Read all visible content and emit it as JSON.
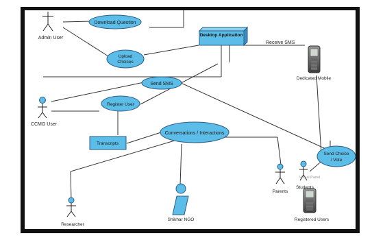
{
  "actors": {
    "admin": "Admin User",
    "ccmg": "CCMG User",
    "researcher": "Researcher",
    "parents": "Parents",
    "students": "Students",
    "ngo": "Shikhar NGO"
  },
  "usecases": {
    "download_question": "Download Question",
    "upload_choices_line1": "Upload",
    "upload_choices_line2": "Choices",
    "send_sms": "Send SMS",
    "register_user": "Register User",
    "conversations": "Conversations / Interactions",
    "send_choice_line1": "Send Choice",
    "send_choice_line2": "/ Vote"
  },
  "desktop_application": "Desktop Application",
  "transcripts": "Transcripts",
  "receive_sms": "Receive SMS",
  "dedicated_mobile": "Dedicated Mobile",
  "visual_panel": "Visual Panel",
  "registered_users": "Registered Users",
  "colors": {
    "usecase_fill": "#5cbde8",
    "usecase_stroke": "#2a5d86",
    "box_fill": "#5cbde8",
    "frame": "#111111",
    "line": "#333333"
  }
}
